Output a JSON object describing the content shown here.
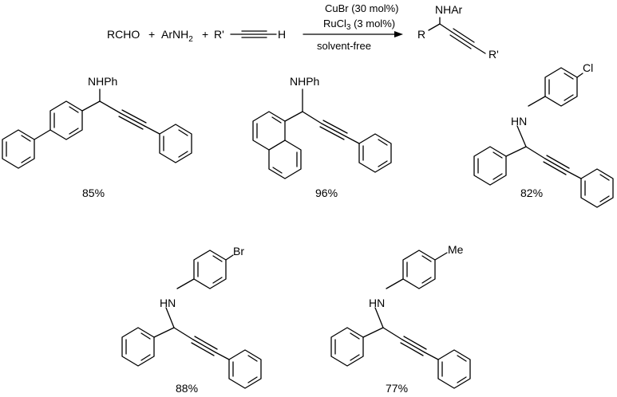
{
  "reaction": {
    "reactant_aldehyde": "RCHO",
    "plus1": "+",
    "reactant_amine": "ArNH",
    "amine_sub": "2",
    "plus2": "+",
    "alkyne_r": "R'",
    "alkyne_h": "H",
    "reagent_1": "CuBr (30 mol%)",
    "reagent_2_main": "RuCl",
    "reagent_2_sub": "3",
    "reagent_2_tail": " (3 mol%)",
    "condition": "solvent-free",
    "product_nhar": "NHAr",
    "product_r": "R",
    "product_r2": "R'"
  },
  "compounds": [
    {
      "label": "NHPh",
      "yield": "85%"
    },
    {
      "label": "NHPh",
      "yield": "96%"
    },
    {
      "label": "HN",
      "substituent": "Cl",
      "yield": "82%"
    },
    {
      "label": "HN",
      "substituent": "Br",
      "yield": "88%"
    },
    {
      "label": "HN",
      "substituent": "Me",
      "yield": "77%"
    }
  ]
}
